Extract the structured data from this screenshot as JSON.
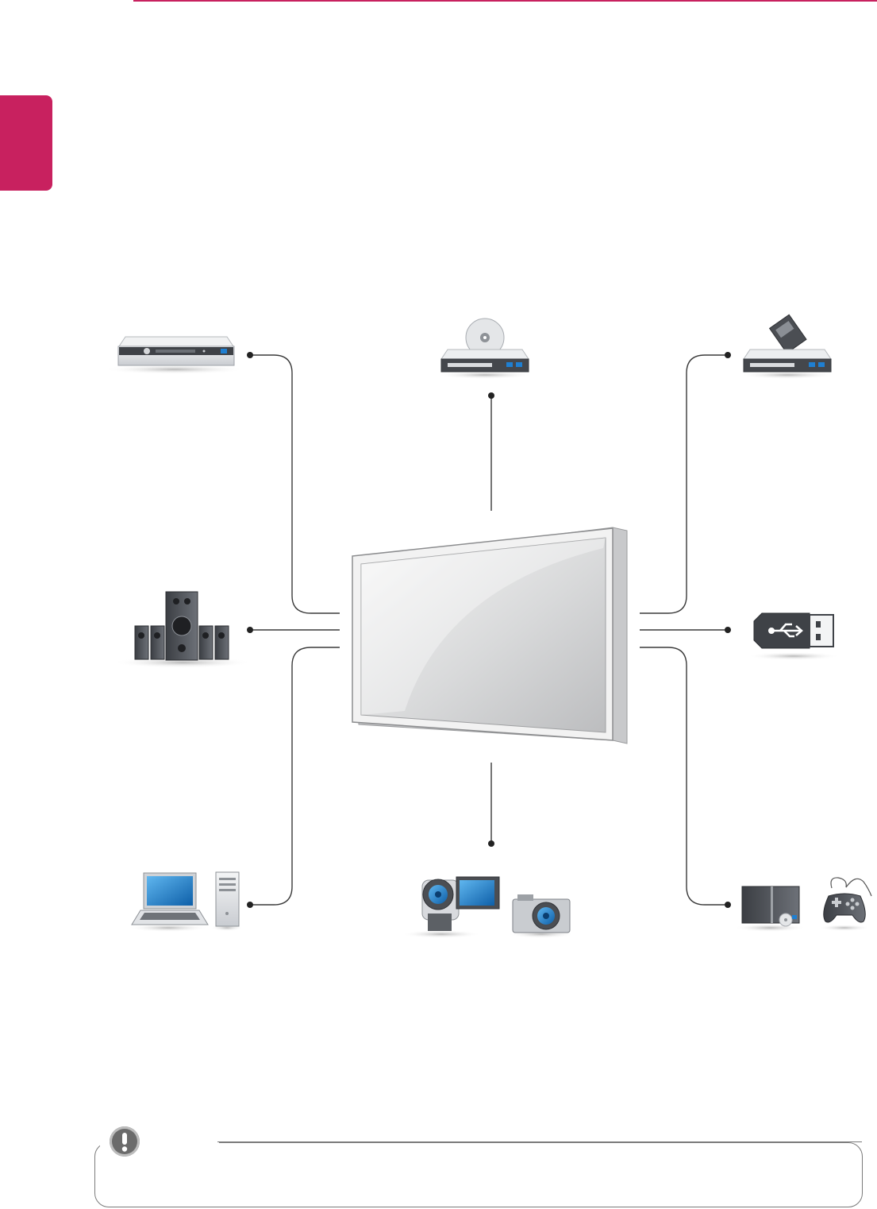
{
  "colors": {
    "accent": "#c8215f",
    "line": "#3a3a3a",
    "device_dark": "#4a4d52",
    "device_light": "#e9eaec",
    "device_blue": "#1f7fd1",
    "note_grey": "#6b6b6b"
  },
  "diagram": {
    "center": "monitor-icon",
    "devices": [
      {
        "id": "set-top-box",
        "icon": "set-top-box-icon"
      },
      {
        "id": "dvd-player",
        "icon": "dvd-player-icon"
      },
      {
        "id": "memory-card-reader",
        "icon": "memory-card-reader-icon"
      },
      {
        "id": "speaker-system",
        "icon": "speaker-system-icon"
      },
      {
        "id": "usb-memory",
        "icon": "usb-memory-icon"
      },
      {
        "id": "pc",
        "icon": "laptop-icon"
      },
      {
        "id": "pc-tower",
        "icon": "pc-tower-icon"
      },
      {
        "id": "camcorder",
        "icon": "camcorder-icon"
      },
      {
        "id": "camera",
        "icon": "camera-icon"
      },
      {
        "id": "game-console",
        "icon": "game-console-icon"
      },
      {
        "id": "gamepad",
        "icon": "gamepad-icon"
      }
    ]
  },
  "note": {
    "icon": "exclamation-icon"
  }
}
